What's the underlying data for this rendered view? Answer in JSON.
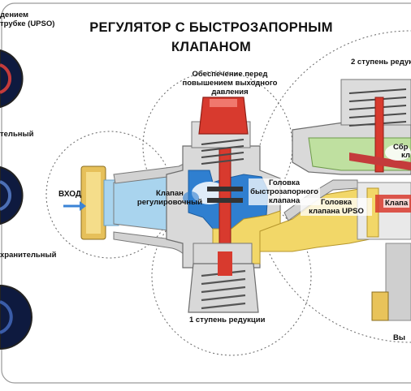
{
  "title": {
    "line1": "РЕГУЛЯТОР С БЫСТРОЗАПОРНЫМ",
    "line2": "КЛАПАНОМ"
  },
  "left_panel": {
    "label_top_1": "дением",
    "label_top_2": "трубке (UPSO)",
    "label_mid": "тельный",
    "label_low": "хранительный"
  },
  "labels": {
    "safety_1": "Обеспечение перед",
    "safety_2": "повышением выходного",
    "safety_3": "давления",
    "inlet": "ВХОД",
    "reg_valve_1": "Клапан",
    "reg_valve_2": "регулировочный",
    "shutoff_head_1": "Головка",
    "shutoff_head_2": "быстрозапорного",
    "shutoff_head_3": "клапана",
    "upso_head_1": "Головка",
    "upso_head_2": "клапана UPSO",
    "stage1": "1 ступень редукции",
    "stage2": "2 ступень редук",
    "relief_1": "Сбр",
    "relief_2": "кл",
    "valve_right": "Клапа",
    "outlet": "Вы"
  },
  "colors": {
    "inlet_blue": "#a9d4ee",
    "valve_blue": "#2f7fd0",
    "upso_yellow": "#f2d768",
    "red": "#d83a2e",
    "green": "#bfe0a0",
    "metal": "#cfcfcf",
    "dark_metal": "#8d8d8d",
    "gold": "#e8c35a",
    "navy": "#1d2f63"
  }
}
